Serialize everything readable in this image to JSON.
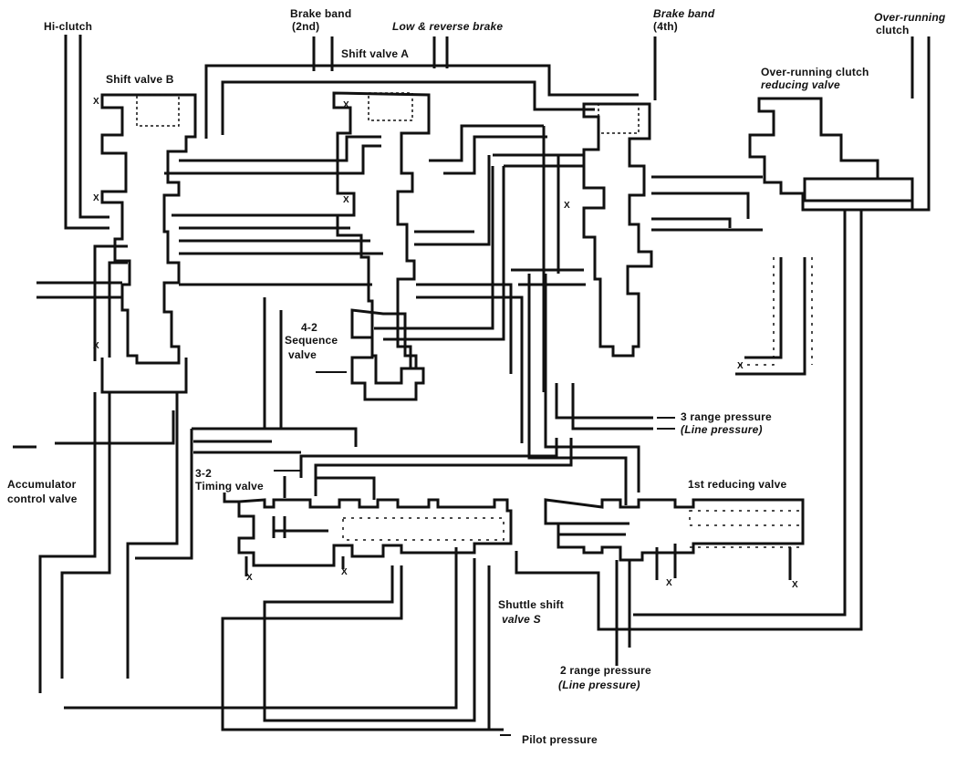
{
  "labels": {
    "hi_clutch": "Hi-clutch",
    "brake_band_2nd_l1": "Brake band",
    "brake_band_2nd_l2": "(2nd)",
    "low_reverse_brake": "Low & reverse brake",
    "brake_band_4th_l1": "Brake band",
    "brake_band_4th_l2": "(4th)",
    "over_running_clutch_l1": "Over-running",
    "over_running_clutch_l2": "clutch",
    "shift_valve_a": "Shift valve A",
    "shift_valve_b": "Shift valve B",
    "orc_reducing_valve_l1": "Over-running clutch",
    "orc_reducing_valve_l2": "reducing valve",
    "sequence_valve_l1": "4-2",
    "sequence_valve_l2": "Sequence",
    "sequence_valve_l3": "valve",
    "range3_l1": "3 range pressure",
    "range3_l2": "(Line pressure)",
    "accumulator_l1": "Accumulator",
    "accumulator_l2": "control valve",
    "timing_l1": "3-2",
    "timing_l2": "Timing valve",
    "first_reducing": "1st reducing valve",
    "shuttle_l1": "Shuttle shift",
    "shuttle_l2": "valve S",
    "range2_l1": "2 range pressure",
    "range2_l2": "(Line pressure)",
    "pilot": "Pilot pressure",
    "x_mark": "X"
  },
  "colors": {
    "line": "#111111",
    "background": "#ffffff"
  }
}
